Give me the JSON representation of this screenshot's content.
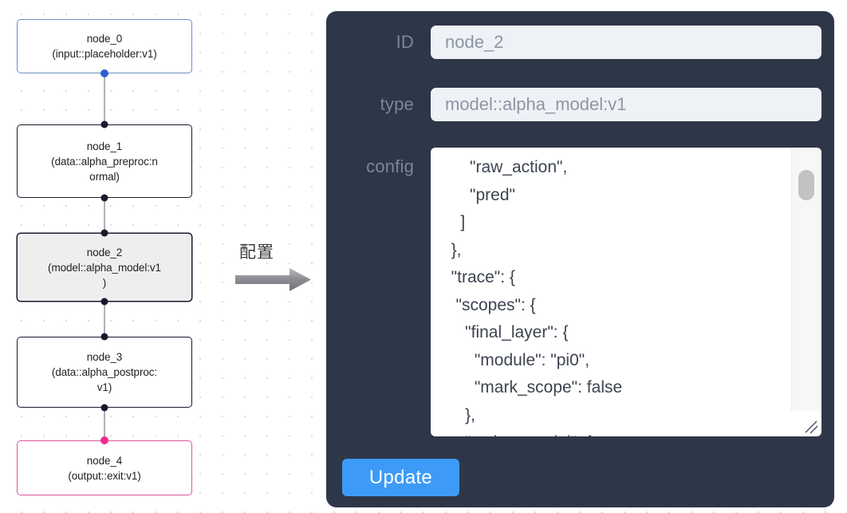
{
  "canvas": {
    "nodes": [
      {
        "id": "node_0",
        "label": "node_0\n(input::placeholder:v1)",
        "kind": "input",
        "selected": false
      },
      {
        "id": "node_1",
        "label": "node_1\n(data::alpha_preproc:n\normal)",
        "kind": "default",
        "selected": false
      },
      {
        "id": "node_2",
        "label": "node_2\n(model::alpha_model:v1\n)",
        "kind": "model",
        "selected": true
      },
      {
        "id": "node_3",
        "label": "node_3\n(data::alpha_postproc:\nv1)",
        "kind": "default",
        "selected": false
      },
      {
        "id": "node_4",
        "label": "node_4\n(output::exit:v1)",
        "kind": "output",
        "selected": false
      }
    ],
    "edges": [
      {
        "from": "node_0",
        "to": "node_1"
      },
      {
        "from": "node_1",
        "to": "node_2"
      },
      {
        "from": "node_2",
        "to": "node_3"
      },
      {
        "from": "node_3",
        "to": "node_4"
      }
    ]
  },
  "annotation": {
    "arrow_label": "配置",
    "arrow_icon": "right-arrow-icon"
  },
  "panel": {
    "fields": {
      "id": {
        "label": "ID",
        "value": "node_2"
      },
      "type": {
        "label": "type",
        "value": "model::alpha_model:v1"
      },
      "config": {
        "label": "config",
        "value": "      \"raw_action\",\n      \"pred\"\n    ]\n  },\n  \"trace\": {\n   \"scopes\": {\n     \"final_layer\": {\n       \"module\": \"pi0\",\n       \"mark_scope\": false\n     },\n     \"action_model\": {"
      }
    },
    "update_button": {
      "label": "Update"
    },
    "scrollbar": {
      "name": "config-scrollbar"
    },
    "resize_handle": {
      "name": "resize-handle-icon"
    }
  },
  "colors": {
    "panel_bg": "#2e3748",
    "input_bg": "#eef1f6",
    "label_fg": "#7d8697",
    "button_bg": "#3d9bf7",
    "node_input_border": "#6b8ec9",
    "node_output_border": "#e0559a",
    "node_selected_bg": "#eeeeee",
    "edge": "#b1b1b7"
  }
}
